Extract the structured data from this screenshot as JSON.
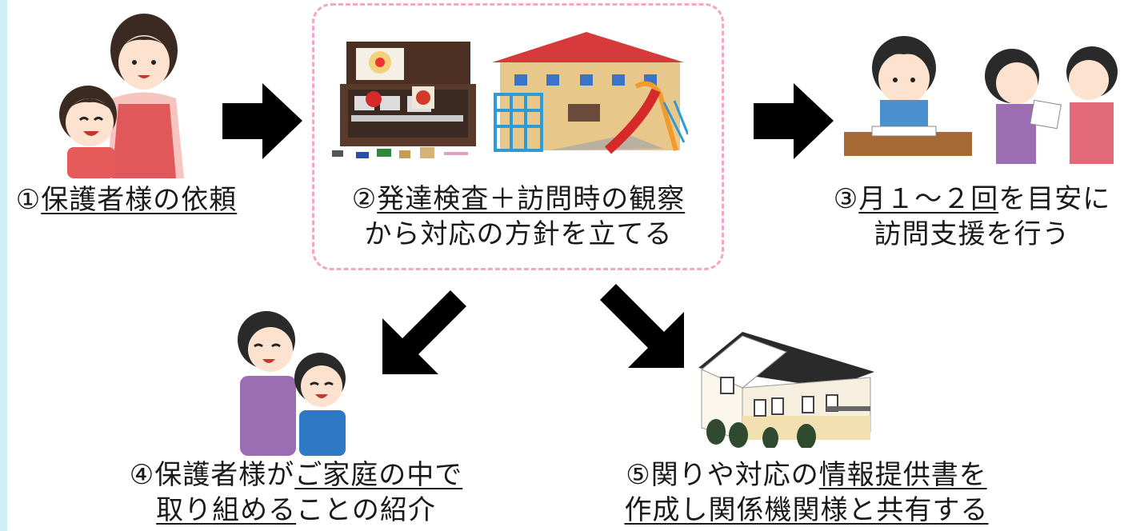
{
  "steps": {
    "s1": {
      "num": "①",
      "text": "保護者様の依頼"
    },
    "s2": {
      "num": "②",
      "line1_ul": "発達検査＋訪問時の観察",
      "line2": "から対応の方針を立てる"
    },
    "s3": {
      "num": "③",
      "line1_ul": "月１～２回",
      "line1_rest": "を目安に",
      "line2": "訪問支援を行う"
    },
    "s4": {
      "num": "④",
      "line1_a": "保護者様が",
      "line1_ul": "ご家庭の中で",
      "line2_ul": "取り組める",
      "line2_rest": "ことの紹介"
    },
    "s5": {
      "num": "⑤",
      "line1_a": "関りや対応の",
      "line1_ul": "情報提供書を",
      "line2_ul": "作成し関係機関様と共有する"
    }
  },
  "colors": {
    "box_border": "#f2a7c7",
    "arrow": "#000000",
    "edge": "#cfeff8"
  }
}
